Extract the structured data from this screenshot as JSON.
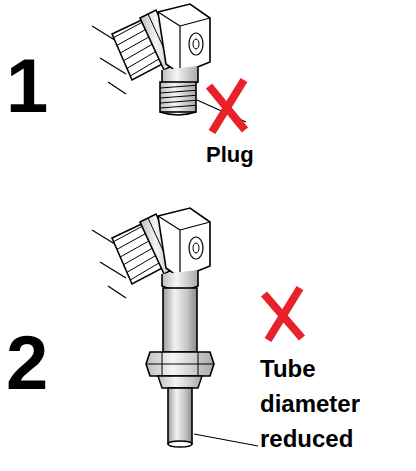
{
  "diagram": {
    "labels": [
      "1",
      "Plug",
      "2",
      "Tube diameter reduced"
    ]
  }
}
